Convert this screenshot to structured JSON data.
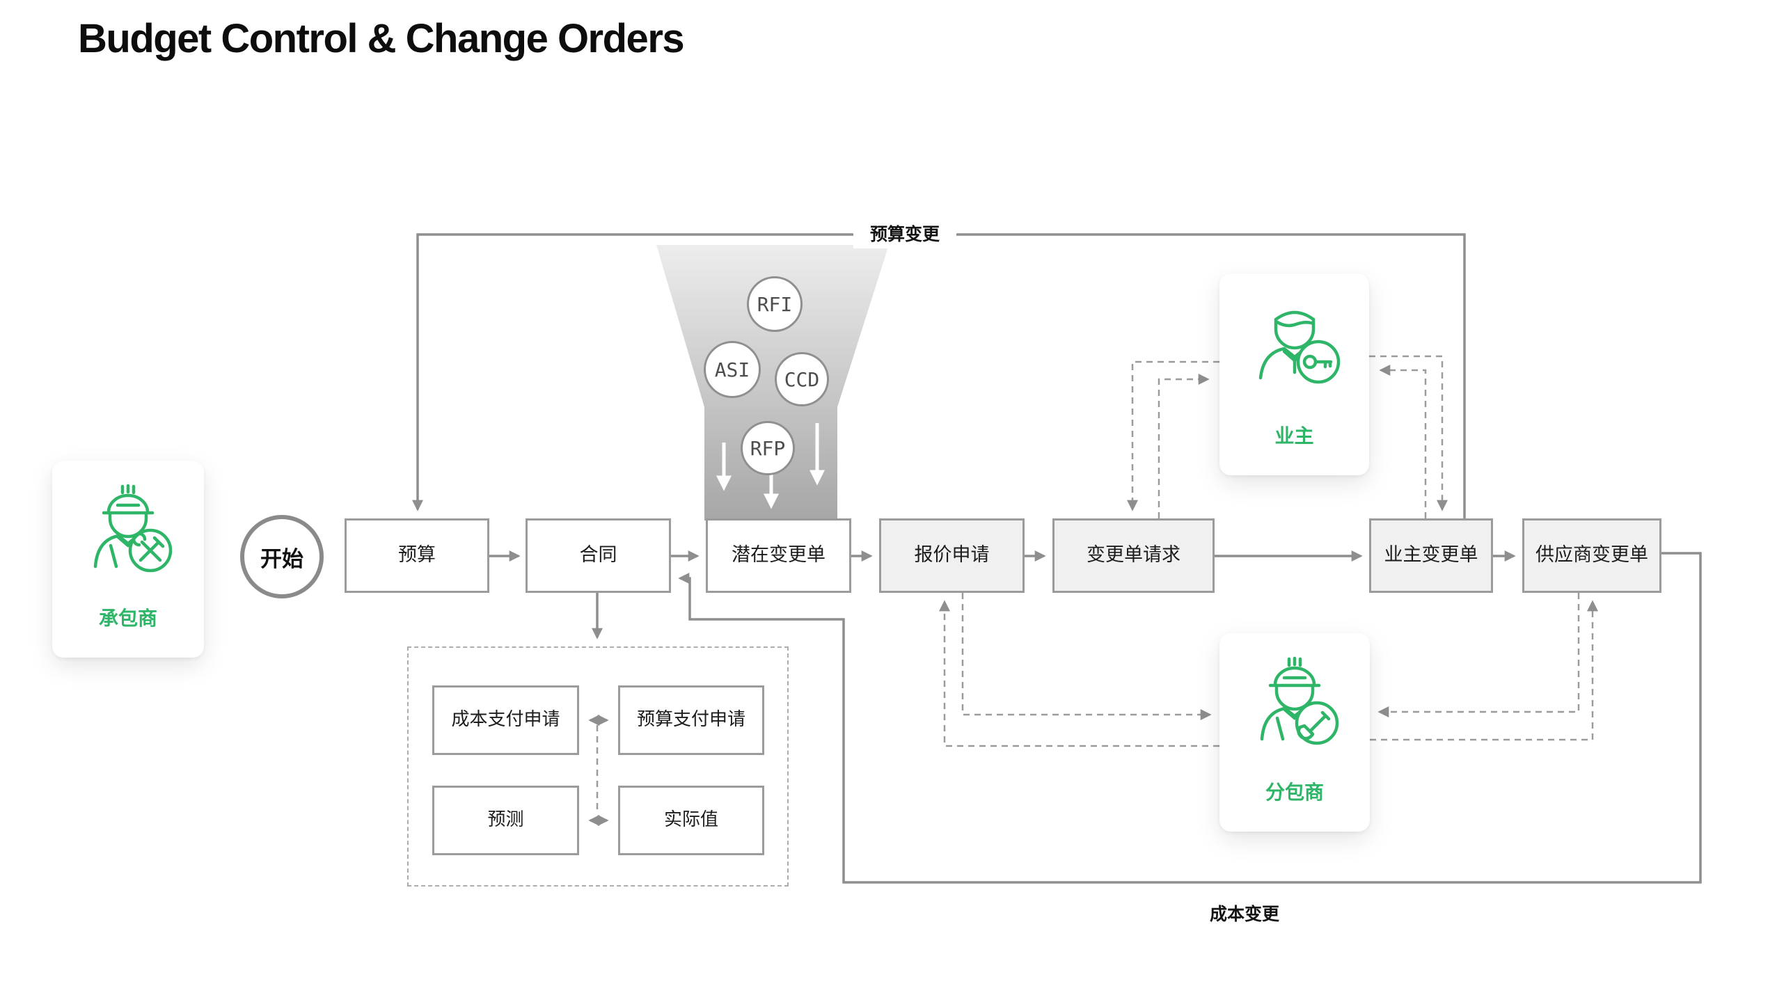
{
  "title": "Budget Control & Change Orders",
  "start": {
    "label": "开始"
  },
  "actors": {
    "contractor": {
      "label": "承包商",
      "icon": "worker-tools-icon"
    },
    "owner": {
      "label": "业主",
      "icon": "person-key-icon"
    },
    "subcontractor": {
      "label": "分包商",
      "icon": "worker-shovel-icon"
    }
  },
  "flow": {
    "budget": {
      "label": "预算"
    },
    "contract": {
      "label": "合同"
    },
    "potential_change_order": {
      "label": "潜在变更单"
    },
    "rfq": {
      "label": "报价申请"
    },
    "change_order_request": {
      "label": "变更单请求"
    },
    "owner_change_order": {
      "label": "业主变更单"
    },
    "supplier_change_order": {
      "label": "供应商变更单"
    }
  },
  "funnel": {
    "items": [
      {
        "label": "RFI"
      },
      {
        "label": "ASI"
      },
      {
        "label": "CCD"
      },
      {
        "label": "RFP"
      }
    ]
  },
  "payments": {
    "cost_payment_request": {
      "label": "成本支付申请"
    },
    "budget_payment_request": {
      "label": "预算支付申请"
    },
    "forecast": {
      "label": "预测"
    },
    "actual": {
      "label": "实际值"
    }
  },
  "loops": {
    "budget_change": {
      "label": "预算变更"
    },
    "cost_change": {
      "label": "成本变更"
    }
  },
  "colors": {
    "green": "#2eb567",
    "line": "#8e8e8e",
    "border": "#9b9b9b",
    "gray_fill": "#f0f0f0",
    "funnel_top": "#ededed",
    "funnel_bottom": "#a6a6a6"
  }
}
